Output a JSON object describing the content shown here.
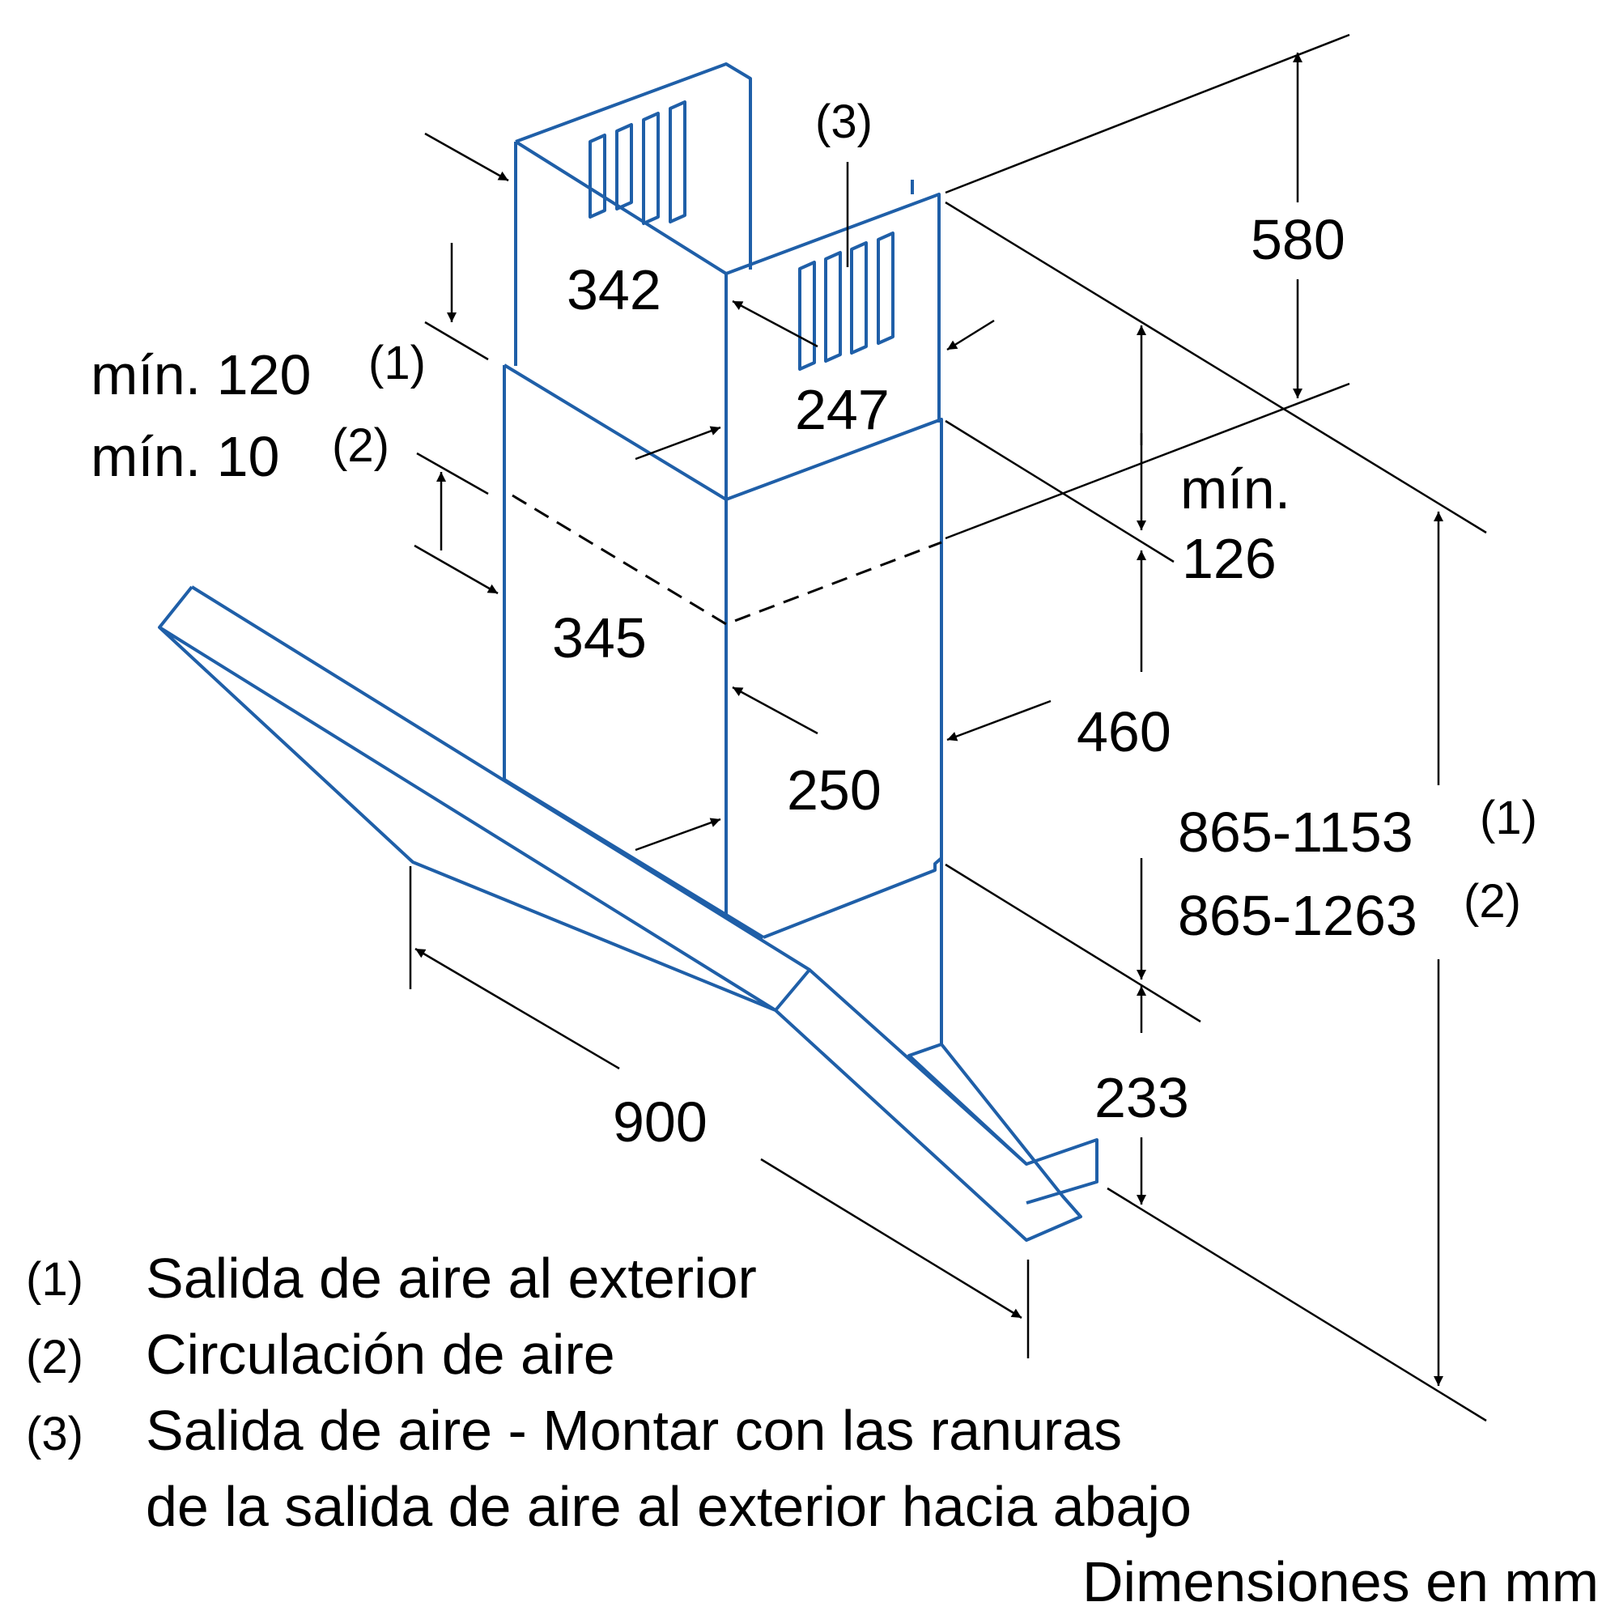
{
  "colors": {
    "outline": "#1f5fa8",
    "dimension": "#000000",
    "background": "#ffffff"
  },
  "dimensions": {
    "upper_chimney_depth": "342",
    "upper_chimney_width": "247",
    "lower_chimney_depth": "345",
    "lower_chimney_width": "250",
    "upper_height": "580",
    "lower_height": "460",
    "min_gap_label": "mín.",
    "min_gap_value": "126",
    "hood_height": "233",
    "hood_width": "900",
    "total_height_exhaust": "865-1153",
    "total_height_recirc": "865-1263",
    "exhaust_note_marker": "(1)",
    "recirc_note_marker": "(2)",
    "min_exhaust_label": "mín. 120",
    "min_recirc_label": "mín. 10",
    "slot_marker": "(3)"
  },
  "legend": [
    {
      "marker": "(1)",
      "text": "Salida de aire al exterior"
    },
    {
      "marker": "(2)",
      "text": "Circulación de aire"
    },
    {
      "marker": "(3)",
      "text": "Salida de aire - Montar con las ranuras"
    },
    {
      "marker": "",
      "text": "de la salida de aire al exterior hacia abajo"
    }
  ],
  "units_note": "Dimensiones en mm"
}
